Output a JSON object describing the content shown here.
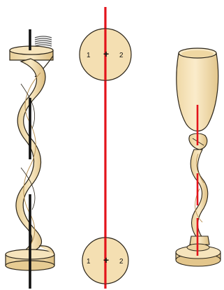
{
  "colors": {
    "wood": "#f4dfb2",
    "wood_shade": "#e0c486",
    "wood_dark": "#c9a866",
    "outline": "#2b2418",
    "red": "#e3131b",
    "black": "#111111"
  },
  "circles": [
    {
      "left_label": "1",
      "right_label": "2",
      "plus": "+"
    },
    {
      "left_label": "1",
      "right_label": "2",
      "plus": "+"
    }
  ]
}
